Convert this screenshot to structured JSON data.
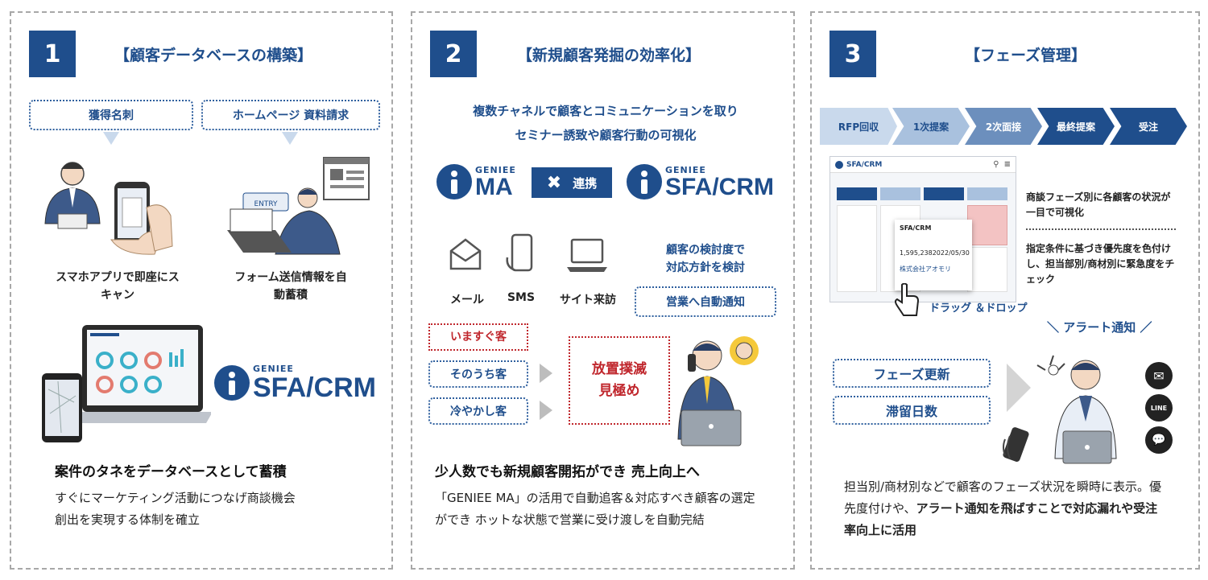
{
  "panel1": {
    "number": "1",
    "title": "【顧客データベースの構築】",
    "tag_card": "獲得名刺",
    "tag_web": "ホームページ 資料請求",
    "caption_scan": "スマホアプリで即座にスキャン",
    "caption_form": "フォーム送信情報を自動蓄積",
    "entry_label": "ENTRY",
    "logo_small": "GENIEE",
    "logo_big": "SFA/CRM",
    "heading": "案件のタネをデータベースとして蓄積",
    "body": "すぐにマーケティング活動につなげ商談機会創出を実現する体制を確立"
  },
  "panel2": {
    "number": "2",
    "title": "【新規顧客発掘の効率化】",
    "lead_1": "複数チャネルで顧客とコミュニケーションを取り",
    "lead_2": "セミナー誘致や顧客行動の可視化",
    "logo_ma_small": "GENIEE",
    "logo_ma_big": "MA",
    "link_label": "連携",
    "logo_sfa_small": "GENIEE",
    "logo_sfa_big": "SFA/CRM",
    "channel_mail": "メール",
    "channel_sms": "SMS",
    "channel_site": "サイト来訪",
    "consider_1": "顧客の検討度で",
    "consider_2": "対応方針を検討",
    "notify": "営業へ自動通知",
    "seg_now": "いますぐ客",
    "seg_later": "そのうち客",
    "seg_browse": "冷やかし客",
    "reduce_1": "放置撲滅",
    "reduce_2": "見極め",
    "heading": "少人数でも新規顧客開拓ができ 売上向上へ",
    "body": "「GENIEE MA」の活用で自動追客＆対応すべき顧客の選定ができ ホットな状態で営業に受け渡しを自動完結"
  },
  "panel3": {
    "number": "3",
    "title": "【フェーズ管理】",
    "phases": [
      "RFP回収",
      "1次提案",
      "2次面接",
      "最終提案",
      "受注"
    ],
    "phase_colors": [
      "#c9d9ec",
      "#a9c1de",
      "#6c8fbd",
      "#1f4e8c",
      "#1f4e8c"
    ],
    "app_name": "SFA/CRM",
    "card_title": "SFA/CRM",
    "card_amount": "1,595,238",
    "card_date": "2022/05/30",
    "card_company": "株式会社アオモリ",
    "drag_label": "ドラッグ ＆ドロップ",
    "note_1": "商談フェーズ別に各顧客の状況が一目で可視化",
    "note_2": "指定条件に基づき優先度を色付けし、担当部別/商材別に緊急度をチェック",
    "alert_label": "＼ アラート通知 ／",
    "tag_phase": "フェーズ更新",
    "tag_days": "滞留日数",
    "line_label": "LINE",
    "body_plain": "担当別/商材別などで顧客のフェーズ状況を瞬時に表示。優先度付けや、",
    "body_bold": "アラート通知を飛ばすことで対応漏れや受注率向上に活用"
  }
}
